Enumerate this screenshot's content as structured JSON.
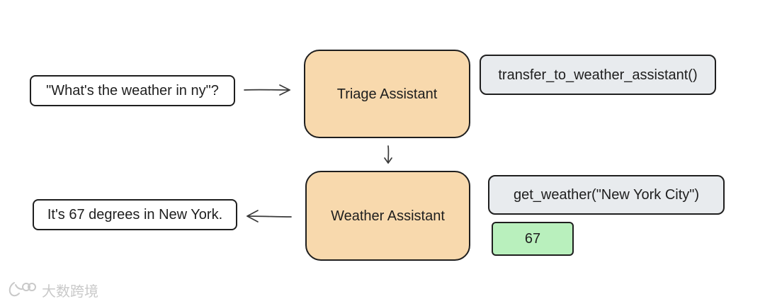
{
  "diagram": {
    "nodes": {
      "user_query": {
        "text": "\"What's the weather in ny\"?"
      },
      "triage_assistant": {
        "label": "Triage Assistant"
      },
      "transfer_function": {
        "text": "transfer_to_weather_assistant()"
      },
      "weather_assistant": {
        "label": "Weather Assistant"
      },
      "weather_function": {
        "text": "get_weather(\"New York City\")"
      },
      "weather_result": {
        "value": "67"
      },
      "response": {
        "text": "It's 67 degrees in New York."
      }
    },
    "colors": {
      "assistant_fill": "#f8d9ad",
      "code_fill": "#e8ebee",
      "result_fill": "#b9f0bd",
      "stroke": "#1f1f1f",
      "watermark": "#c9c9c9"
    }
  },
  "watermark": {
    "text": "大数跨境",
    "icon": "brand-logo-icon"
  }
}
